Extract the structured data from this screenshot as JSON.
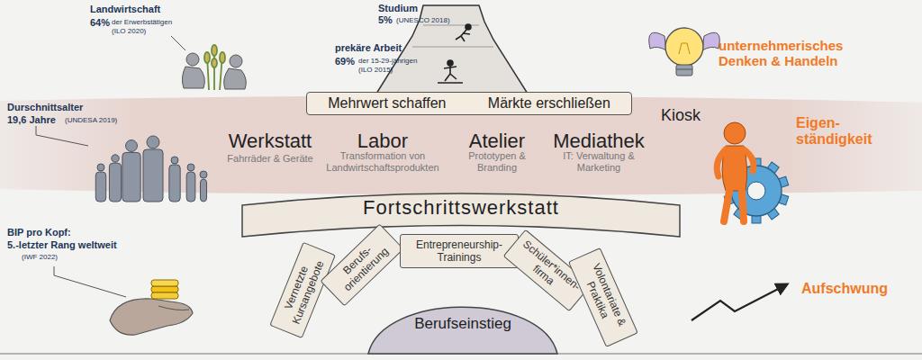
{
  "diagram": {
    "nodes": [
      {
        "text": [
          "Mehrwert schaffen",
          "Märkte erschließen"
        ]
      },
      {
        "text": [
          "Fortschrittswerkstatt"
        ]
      },
      {
        "text": [
          "Vernetzte Kursangebote"
        ]
      },
      {
        "text": [
          "Berufs- orientierung"
        ]
      },
      {
        "text": [
          "Entrepreneurship- Trainings"
        ]
      },
      {
        "text": [
          "Schüler*innen- firma"
        ]
      },
      {
        "text": [
          "Volontariate & Praktika"
        ]
      },
      {
        "text": [
          "Berufseinstieg"
        ]
      }
    ],
    "labels": [
      "Studium",
      "5%",
      "(UNESCO 2018)",
      "prekäre Arbeit",
      "69%",
      "der 15-29-jährigen",
      "(ILO 2015)",
      "Landwirtschaft",
      "64%",
      "der Erwerbstätigen",
      "(ILO 2020)",
      "Durschnittsalter",
      "19,6 Jahre",
      "(UNDESA 2019)",
      "BIP pro Kopf:",
      "5.-letzter Rang weltweit",
      "(IWF 2022)",
      "unternehmerisches Denken & Handeln",
      "Eigen- ständigkeit",
      "Aufschwung",
      "Kiosk",
      "Werkstatt",
      "Fahrräder & Geräte",
      "Labor",
      "Transformation von Landwirtschaftsprodukten",
      "Atelier",
      "Prototypen & Branding",
      "Mediathek",
      "IT: Verwaltung & Marketing"
    ]
  }
}
